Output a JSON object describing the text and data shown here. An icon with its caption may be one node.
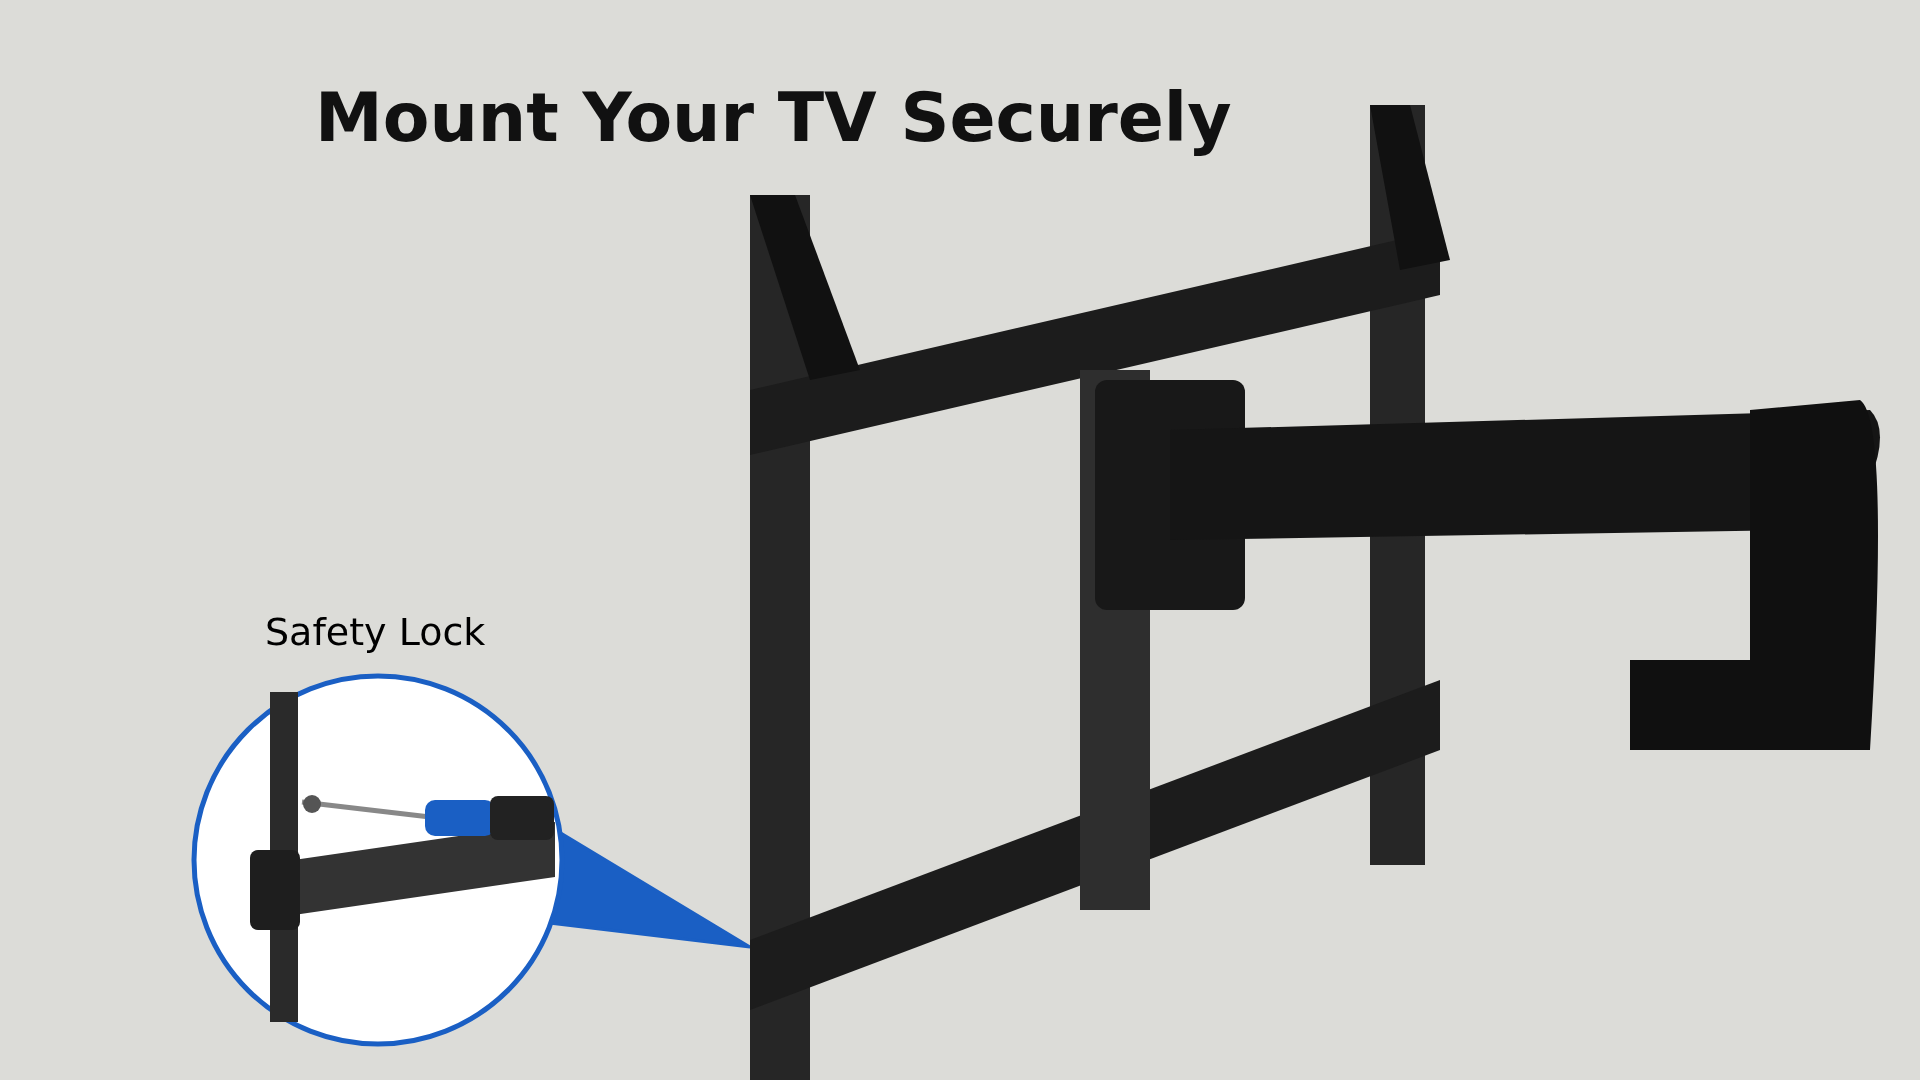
{
  "diagram": {
    "title": "Mount Your TV Securely",
    "nodes": [
      {
        "text": [
          "Safety Lock"
        ]
      },
      {
        "text": [],
        "shape": "picture"
      }
    ],
    "edges": [
      {
        "from": 0,
        "to": 1,
        "arrow": "to"
      }
    ]
  }
}
